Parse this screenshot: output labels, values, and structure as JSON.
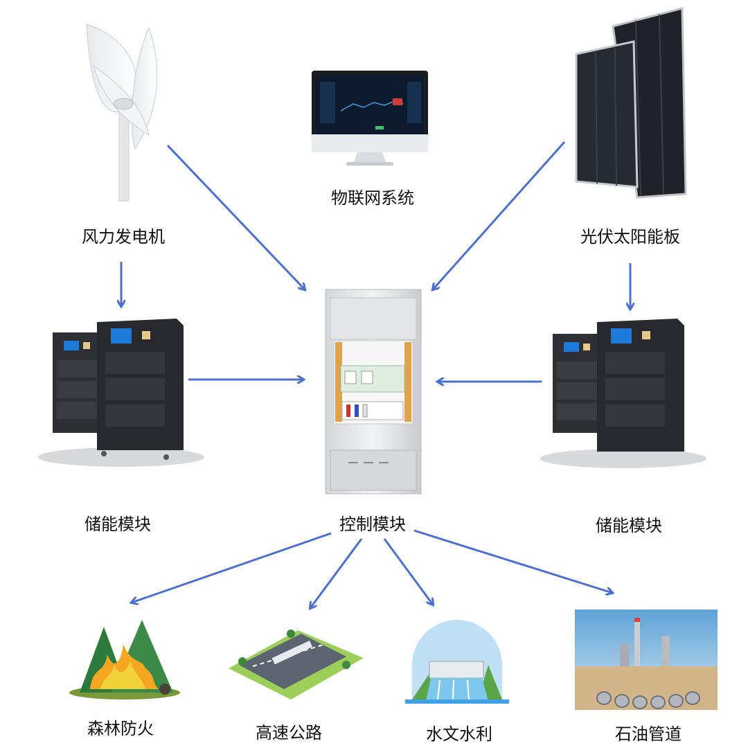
{
  "labels": {
    "wind_turbine": "风力发电机",
    "iot_system": "物联网系统",
    "solar_panel": "光伏太阳能板",
    "storage_left": "储能模块",
    "control_module": "控制模块",
    "storage_right": "储能模块",
    "forest_fire": "森林防火",
    "highway": "高速公路",
    "water_conservancy": "水文水利",
    "oil_pipeline": "石油管道"
  },
  "colors": {
    "arrow": "#4a6fd0",
    "cabinet_dark": "#2b2c30",
    "screen_blue": "#1e7ad8",
    "panel_dark": "#20242a"
  }
}
